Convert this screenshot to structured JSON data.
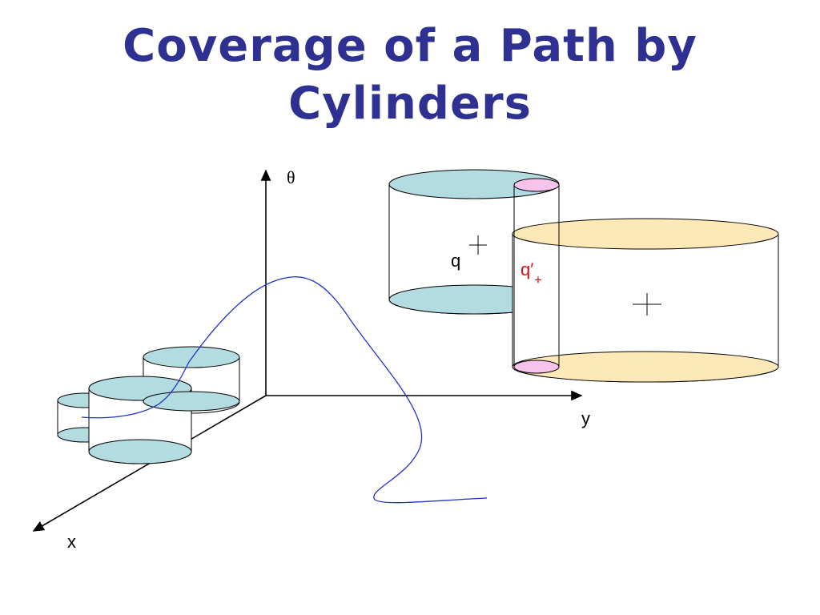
{
  "title": {
    "line1": "Coverage of a Path by",
    "line2": "Cylinders"
  },
  "axes": {
    "theta_label": "θ",
    "x_label": "x",
    "y_label": "y"
  },
  "labels": {
    "q": "q",
    "q_prime": "q′",
    "q_prime_sub": "+"
  },
  "colors": {
    "title": "#2e3192",
    "cyan_fill": "#b2dce0",
    "beige_fill": "#fde9b8",
    "pink_fill": "#f6c3ec",
    "path": "#2233cc",
    "q_prime": "#e01010"
  }
}
